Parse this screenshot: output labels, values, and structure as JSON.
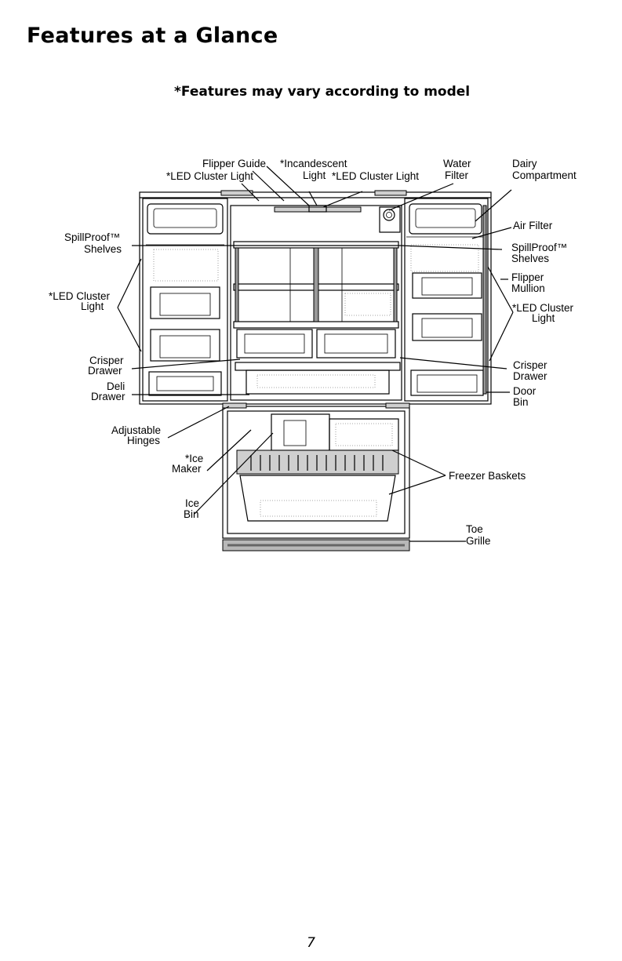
{
  "page": {
    "title": "Features at a Glance",
    "subtitle": "*Features may vary according to model",
    "page_number": "7"
  },
  "labels": {
    "flipper_guide": "Flipper Guide",
    "led_cluster_light_top_1": "*LED Cluster Light",
    "incandescent": "*Incandescent",
    "light": "Light",
    "led_cluster_light_top_2": "*LED Cluster Light",
    "water": "Water",
    "filter": "Filter",
    "dairy": "Dairy",
    "compartment": "Compartment",
    "spillproof_left_1": "SpillProof™",
    "spillproof_left_2": "Shelves",
    "led_left_1": "*LED Cluster",
    "led_left_2": "Light",
    "crisper_left_1": "Crisper",
    "crisper_left_2": "Drawer",
    "deli_1": "Deli",
    "deli_2": "Drawer",
    "hinges_1": "Adjustable",
    "hinges_2": "Hinges",
    "ice_maker_1": "*Ice",
    "ice_maker_2": "Maker",
    "ice_bin_1": "Ice",
    "ice_bin_2": "Bin",
    "air_filter": "Air Filter",
    "spillproof_right_1": "SpillProof™",
    "spillproof_right_2": "Shelves",
    "flipper_mullion_1": "Flipper",
    "flipper_mullion_2": "Mullion",
    "led_right_1": "*LED Cluster",
    "led_right_2": "Light",
    "crisper_right_1": "Crisper",
    "crisper_right_2": "Drawer",
    "door_bin_1": "Door",
    "door_bin_2": "Bin",
    "freezer_baskets": "Freezer Baskets",
    "toe_grille_1": "Toe",
    "toe_grille_2": "Grille"
  }
}
